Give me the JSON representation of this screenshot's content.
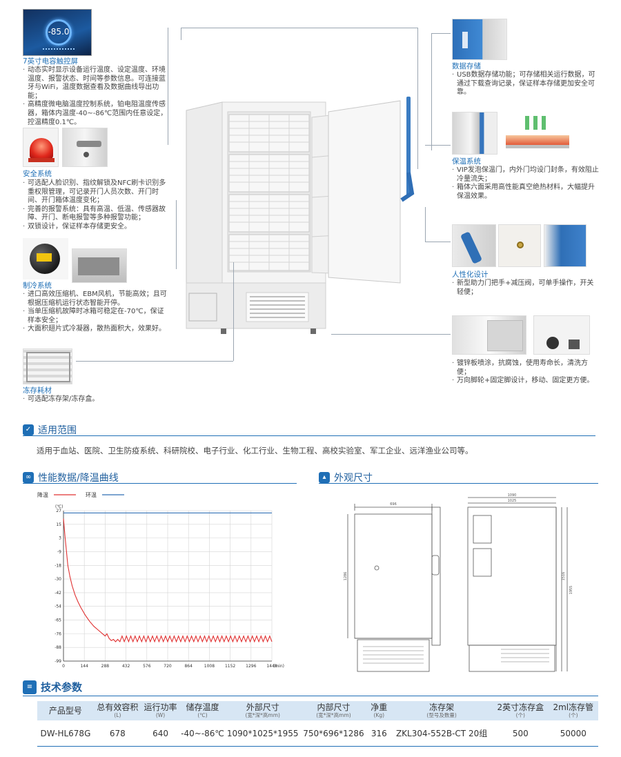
{
  "screen": {
    "value": "-85.0"
  },
  "features": {
    "touch": {
      "title": "7英寸电容触控屏",
      "items": [
        "动态实时显示设备运行温度、设定温度、环境温度、报警状态、时间等参数信息。可连接蓝牙与WiFi，温度数据查看及数据曲线导出功能；",
        "高精度微电脑温度控制系统，铂电阻温度传感器，箱体内温度-40~-86℃范围内任意设定，控温精度0.1℃。"
      ]
    },
    "safety": {
      "title": "安全系统",
      "items": [
        "可选配人脸识别、指纹解锁及NFC刷卡识别多重权限管理，可记录开门人员次数、开门时间、开门箱体温度变化；",
        "完善的报警系统：具有高温、低温、传感器故障、开门、断电报警等多种报警功能；",
        "双锁设计，保证样本存储更安全。"
      ]
    },
    "cooling": {
      "title": "制冷系统",
      "items": [
        "进口高效压缩机、EBM风机，节能高效；且可根据压缩机运行状态智能开停。",
        "当单压缩机故障时冰箱可稳定在-70℃，保证样本安全；",
        "大面积翅片式冷凝器，散热面积大，效果好。"
      ]
    },
    "consumables": {
      "title": "冻存耗材",
      "items": [
        "可选配冻存架/冻存盒。"
      ]
    },
    "data": {
      "title": "数据存储",
      "items": [
        "USB数据存储功能；可存储相关运行数据，可通过下载查询记录，保证样本存储更加安全可靠。"
      ]
    },
    "insulation": {
      "title": "保温系统",
      "items": [
        "VIP发泡保温门，内外门均设门封条，有效阻止冷量流失；",
        "箱体六面采用高性能真空绝热材料，大幅提升保温效果。"
      ]
    },
    "humanized": {
      "title": "人性化设计",
      "items": [
        "新型助力门把手+减压阀，可单手操作，开关轻便；"
      ]
    },
    "coating": {
      "title": "",
      "items": [
        "镀锌板喷涂，抗腐蚀，使用寿命长，清洗方便；",
        "万向脚轮+固定脚设计，移动、固定更方便。"
      ]
    }
  },
  "scope": {
    "title": "适用范围",
    "text": "适用于血站、医院、卫生防疫系统、科研院校、电子行业、化工行业、生物工程、高校实验室、军工企业、远洋渔业公司等。"
  },
  "performance": {
    "title": "性能数据/降温曲线"
  },
  "dimensions": {
    "title": "外观尺寸",
    "front_width": "696",
    "front_height": "1286",
    "side_width_outer": "1090",
    "side_width_inner": "1025",
    "side_height_outer": "1955",
    "side_height_inner": "1516"
  },
  "chart_data": {
    "type": "line",
    "unit_label": "(℃)",
    "x_unit": "(min)",
    "legend": [
      {
        "name": "降温",
        "color": "#e03030"
      },
      {
        "name": "环温",
        "color": "#2d6db5"
      }
    ],
    "x_ticks": [
      0,
      144,
      288,
      432,
      576,
      720,
      864,
      1008,
      1152,
      1296,
      1440
    ],
    "y_ticks": [
      27,
      15,
      3,
      -9,
      -18,
      -30,
      -42,
      -54,
      -65,
      -76,
      -88,
      -99
    ],
    "xlim": [
      0,
      1440
    ],
    "ylim": [
      -99,
      27
    ],
    "series": [
      {
        "name": "环温",
        "color": "#2d6db5",
        "x": [
          0,
          1440
        ],
        "y": [
          25,
          25
        ]
      },
      {
        "name": "降温",
        "color": "#e03030",
        "x": [
          0,
          10,
          20,
          30,
          45,
          60,
          80,
          100,
          120,
          150,
          180,
          210,
          240,
          270,
          288,
          300,
          315,
          330,
          345,
          360,
          375,
          390,
          405,
          420,
          435,
          450,
          465,
          480,
          495,
          510,
          525,
          540,
          555,
          570,
          585,
          600,
          615,
          630,
          645,
          660,
          675,
          690,
          705,
          720,
          735,
          750,
          765,
          780,
          795,
          810,
          825,
          840,
          855,
          870,
          885,
          900,
          915,
          930,
          945,
          960,
          975,
          990,
          1005,
          1020,
          1035,
          1050,
          1065,
          1080,
          1095,
          1110,
          1125,
          1140,
          1155,
          1170,
          1185,
          1200,
          1215,
          1230,
          1245,
          1260,
          1275,
          1290,
          1305,
          1320,
          1335,
          1350,
          1365,
          1380,
          1395,
          1410,
          1425,
          1440
        ],
        "y": [
          20,
          5,
          -8,
          -18,
          -28,
          -36,
          -44,
          -50,
          -55,
          -61,
          -66,
          -70,
          -73,
          -76,
          -78,
          -76,
          -80,
          -82,
          -81,
          -83,
          -81,
          -83,
          -78,
          -83,
          -78,
          -83,
          -78,
          -83,
          -78,
          -83,
          -78,
          -83,
          -78,
          -83,
          -78,
          -83,
          -78,
          -83,
          -78,
          -83,
          -78,
          -83,
          -78,
          -83,
          -78,
          -83,
          -78,
          -83,
          -78,
          -83,
          -78,
          -83,
          -78,
          -83,
          -78,
          -83,
          -78,
          -83,
          -78,
          -83,
          -78,
          -83,
          -78,
          -83,
          -78,
          -83,
          -78,
          -83,
          -78,
          -83,
          -78,
          -83,
          -78,
          -83,
          -78,
          -83,
          -78,
          -83,
          -78,
          -83,
          -78,
          -83,
          -78,
          -83,
          -78,
          -83,
          -78,
          -83,
          -78,
          -83,
          -78,
          -83
        ]
      }
    ]
  },
  "specs": {
    "title": "技术参数",
    "headers": [
      {
        "label": "产品型号",
        "unit": ""
      },
      {
        "label": "总有效容积",
        "unit": "(L)"
      },
      {
        "label": "运行功率",
        "unit": "(W)"
      },
      {
        "label": "储存温度",
        "unit": "(℃)"
      },
      {
        "label": "外部尺寸",
        "unit": "(宽*深*高mm)"
      },
      {
        "label": "内部尺寸",
        "unit": "(宽*深*高mm)"
      },
      {
        "label": "净重",
        "unit": "(Kg)"
      },
      {
        "label": "冻存架",
        "unit": "(型号及数量)"
      },
      {
        "label": "2英寸冻存盒",
        "unit": "(个)"
      },
      {
        "label": "2ml冻存管",
        "unit": "(个)"
      }
    ],
    "row": [
      "DW-HL678G",
      "678",
      "640",
      "-40~-86℃",
      "1090*1025*1955",
      "750*696*1286",
      "316",
      "ZKL304-552B-CT 20组",
      "500",
      "50000"
    ]
  }
}
